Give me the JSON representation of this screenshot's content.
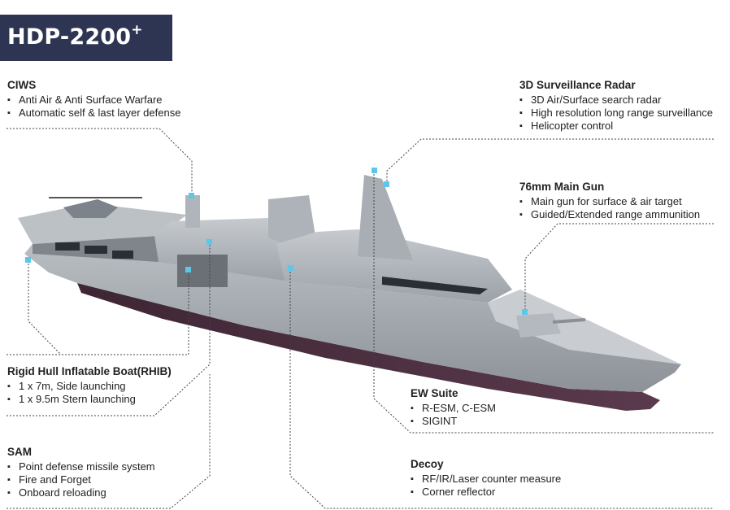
{
  "title": {
    "main": "HDP-2200",
    "sup": "+"
  },
  "callouts": {
    "ciws": {
      "heading": "CIWS",
      "items": [
        "Anti Air & Anti Surface Warfare",
        "Automatic self & last layer defense"
      ]
    },
    "radar": {
      "heading": "3D Surveillance Radar",
      "items": [
        "3D Air/Surface search radar",
        "High resolution long range surveillance",
        "Helicopter control"
      ]
    },
    "gun": {
      "heading": "76mm Main Gun",
      "items": [
        "Main gun for surface & air target",
        "Guided/Extended range ammunition"
      ]
    },
    "rhib": {
      "heading": "Rigid Hull Inflatable Boat(RHIB)",
      "items": [
        "1 x 7m, Side launching",
        "1 x 9.5m Stern launching"
      ]
    },
    "ew": {
      "heading": "EW Suite",
      "items": [
        "R-ESM, C-ESM",
        "SIGINT"
      ]
    },
    "sam": {
      "heading": "SAM",
      "items": [
        "Point defense missile system",
        "Fire and Forget",
        "Onboard reloading"
      ]
    },
    "decoy": {
      "heading": "Decoy",
      "items": [
        "RF/IR/Laser counter measure",
        "Corner reflector"
      ]
    }
  },
  "colors": {
    "title_bg": "#2d3552",
    "marker": "#5cc8e8",
    "hull_gray": "#9aa0a6",
    "hull_dark": "#4a2f3f",
    "leader_line": "#444444"
  }
}
